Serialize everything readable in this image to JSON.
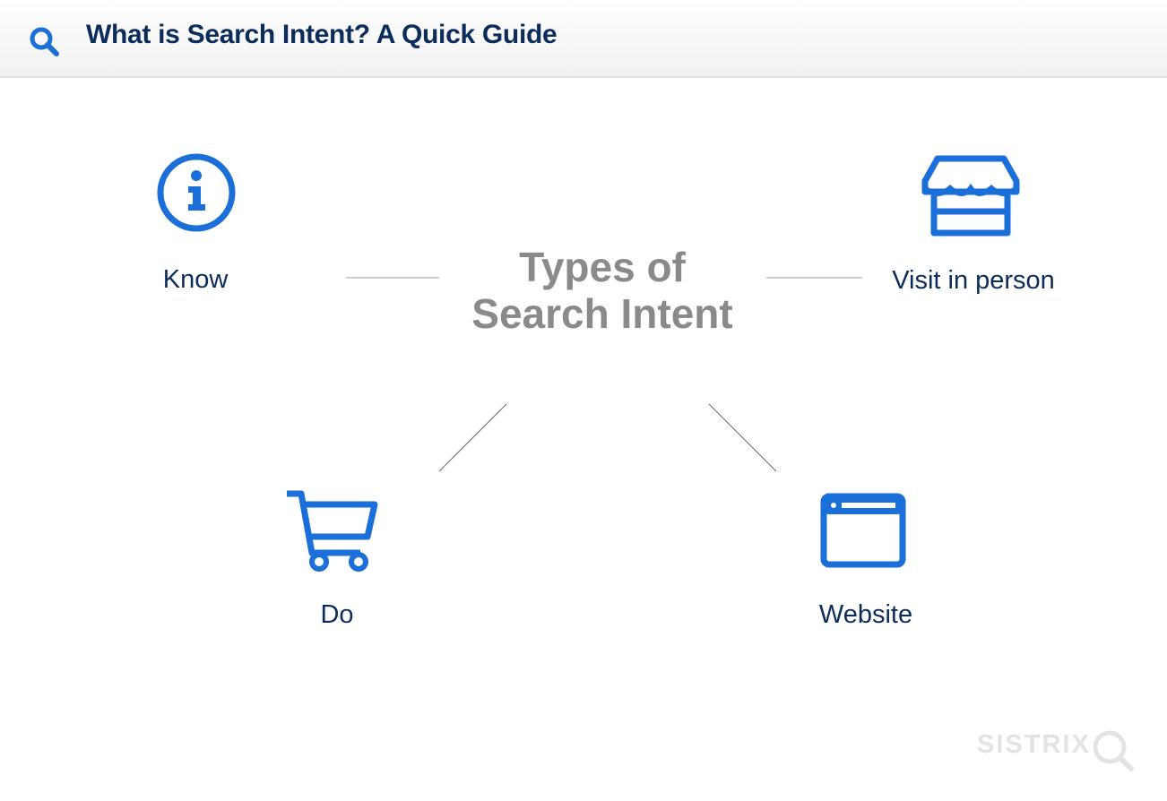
{
  "header": {
    "title": "What is Search Intent? A Quick Guide",
    "icon": "search-icon"
  },
  "diagram": {
    "center_line1": "Types of",
    "center_line2": "Search Intent",
    "nodes": [
      {
        "label": "Know",
        "icon": "info-circle-icon"
      },
      {
        "label": "Visit in person",
        "icon": "storefront-icon"
      },
      {
        "label": "Do",
        "icon": "shopping-cart-icon"
      },
      {
        "label": "Website",
        "icon": "browser-window-icon"
      }
    ]
  },
  "watermark": {
    "text": "SISTRIX",
    "icon": "magnifier-icon"
  },
  "colors": {
    "accent": "#1a6fd8",
    "title": "#0b2d5b",
    "center_text": "#8a8a8a",
    "connector": "#bdbdbd",
    "watermark": "#e3e3e3"
  }
}
